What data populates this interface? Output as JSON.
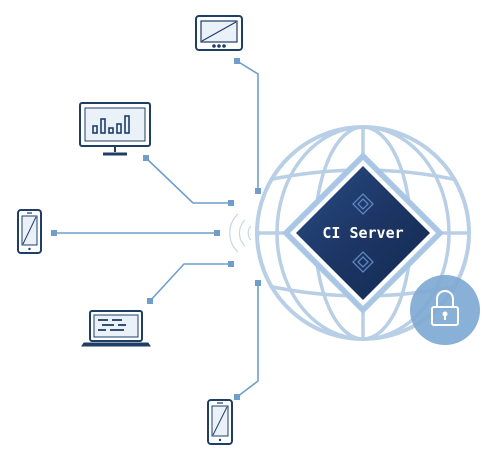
{
  "diagram": {
    "server": {
      "label": "CI Server"
    },
    "lock_badge": {
      "icon": "padlock-icon"
    },
    "clients": [
      {
        "id": "tablet",
        "icon": "tablet-icon"
      },
      {
        "id": "monitor",
        "icon": "bar-chart-monitor-icon"
      },
      {
        "id": "phone-left",
        "icon": "smartphone-icon"
      },
      {
        "id": "laptop",
        "icon": "code-laptop-icon"
      },
      {
        "id": "phone-bottom",
        "icon": "smartphone-icon"
      }
    ],
    "colors": {
      "line": "#6f9ecb",
      "device_stroke": "#1f3e66",
      "globe": "#b8cfe6",
      "diamond_outer": "#a9c7e5",
      "diamond_inner": "#1c3564",
      "server_text": "#ffffff",
      "lock_fill": "#7fa9d3",
      "lock_stroke": "#ffffff"
    }
  }
}
